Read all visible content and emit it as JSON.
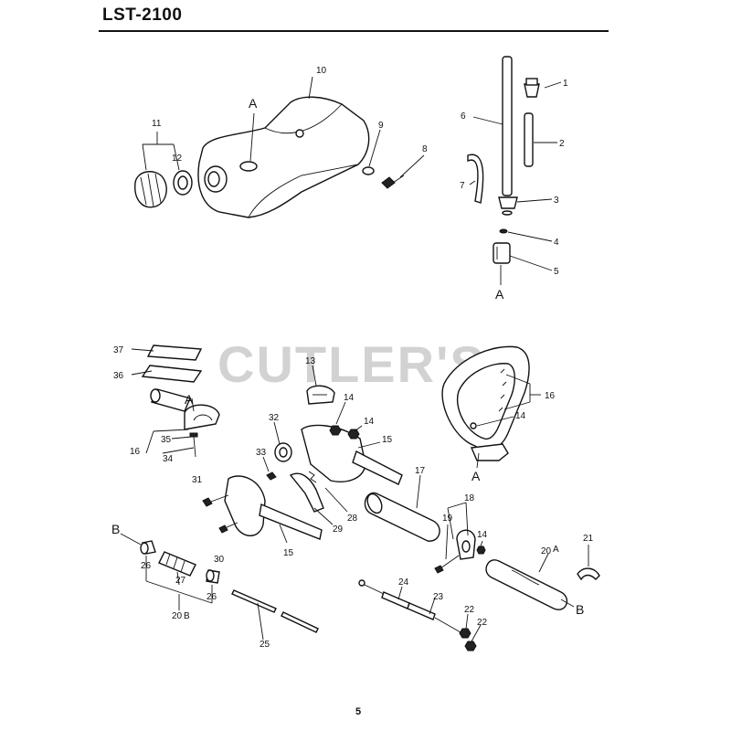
{
  "header": {
    "title": "LST-2100"
  },
  "watermark": "CUTLER'S",
  "footer": {
    "page_number": "5"
  },
  "callouts": {
    "c1": "1",
    "c2": "2",
    "c3": "3",
    "c4": "4",
    "c5": "5",
    "c6": "6",
    "c7": "7",
    "c8": "8",
    "c9": "9",
    "c10": "10",
    "c11": "11",
    "c12": "12",
    "c13": "13",
    "c14a": "14",
    "c14b": "14",
    "c14c": "14",
    "c14d": "14",
    "c15a": "15",
    "c15b": "15",
    "c16a": "16",
    "c16b": "16",
    "c17": "17",
    "c18": "18",
    "c19": "19",
    "c20a": "20",
    "c20b": "20",
    "c21": "21",
    "c22a": "22",
    "c22b": "22",
    "c23": "23",
    "c24": "24",
    "c25": "25",
    "c26a": "26",
    "c26b": "26",
    "c27": "27",
    "c28": "28",
    "c29": "29",
    "c30": "30",
    "c31": "31",
    "c32": "32",
    "c33": "33",
    "c34": "34",
    "c35": "35",
    "c36": "36",
    "c37": "37"
  },
  "connectors": {
    "a_tank": "A",
    "a_fuel": "A",
    "a_handle": "A",
    "a_clamp": "A",
    "b_left": "B",
    "b_right": "B",
    "suffix_a": "A",
    "suffix_b": "B"
  }
}
